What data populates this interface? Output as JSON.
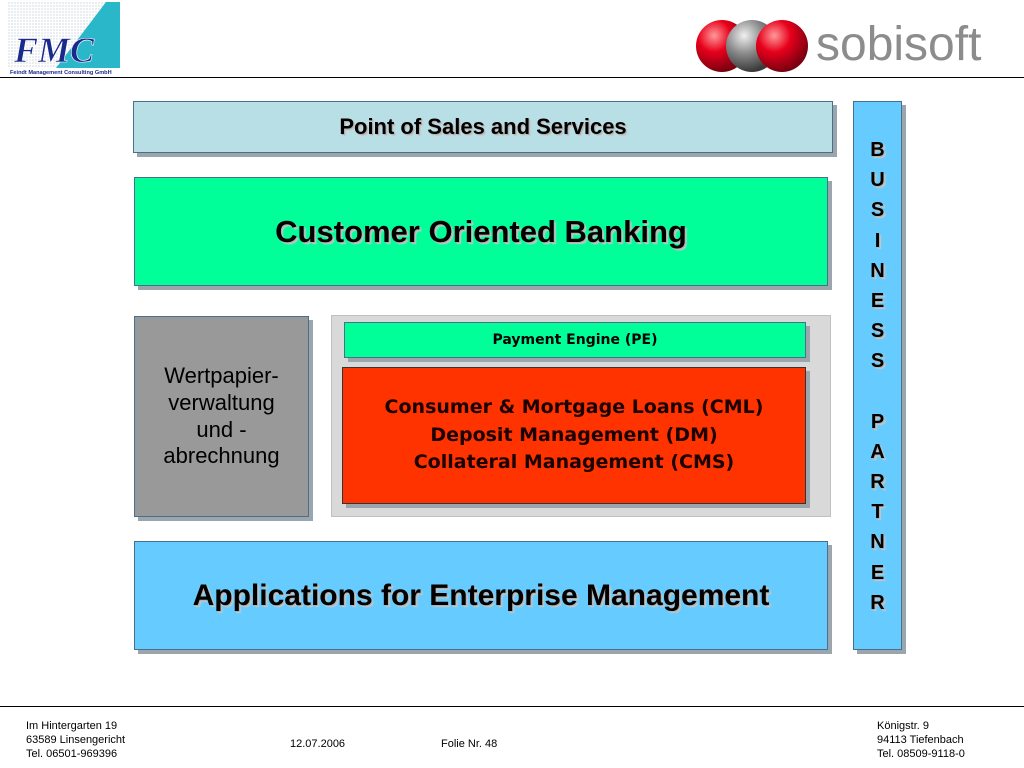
{
  "header": {
    "fmc_logo_text": "FMC",
    "fmc_company": "Feindt Management Consulting GmbH",
    "sobisoft_logo_text": "sobisoft"
  },
  "diagram": {
    "point_of_sales": "Point of Sales and Services",
    "customer_oriented_banking": "Customer Oriented Banking",
    "wertpapier": [
      "Wertpapier-",
      "verwaltung",
      "und -",
      "abrechnung"
    ],
    "payment_engine": "Payment Engine (PE)",
    "core_modules": [
      "Consumer & Mortgage Loans (CML)",
      "Deposit Management (DM)",
      "Collateral Management (CMS)"
    ],
    "applications": "Applications for Enterprise Management",
    "business_partner_letters": [
      "B",
      "U",
      "S",
      "I",
      "N",
      "E",
      "S",
      "S",
      "",
      "P",
      "A",
      "R",
      "T",
      "N",
      "E",
      "R"
    ]
  },
  "footer": {
    "left_address": [
      "Im Hintergarten 19",
      "63589 Linsengericht",
      "Tel. 06501-969396"
    ],
    "date": "12.07.2006",
    "slide": "Folie Nr. 48",
    "right_address": [
      "Königstr. 9",
      "94113 Tiefenbach",
      "Tel. 08509-9118-0"
    ]
  },
  "colors": {
    "pos": "#b8dfe6",
    "green": "#00ff99",
    "grey": "#999999",
    "red": "#ff3300",
    "blue": "#66ccff",
    "fmc_navy": "#1a2a8c",
    "sobisoft_red": "#e8001c"
  }
}
